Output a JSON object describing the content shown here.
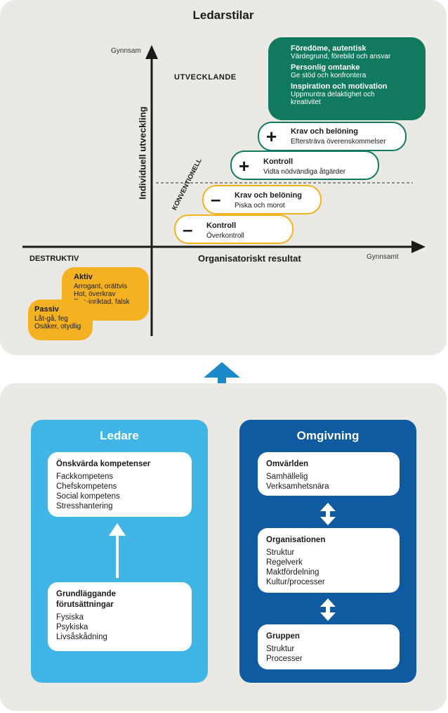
{
  "top": {
    "title": "Ledarstilar",
    "axis_y_top": "Gynnsam",
    "axis_y_label": "Individuell utveckling",
    "axis_x_left": "DESTRUKTIV",
    "axis_x_label": "Organisatoriskt resultat",
    "axis_x_right": "Gynnsamt",
    "zone_utvecklande": "UTVECKLANDE",
    "zone_konventionell": "KONVENTIONELL",
    "green_block": [
      {
        "title": "Föredöme, autentisk",
        "lines": [
          "Värdegrund, förebild och ansvar"
        ]
      },
      {
        "title": "Personlig omtanke",
        "lines": [
          "Ge stöd och konfrontera"
        ]
      },
      {
        "title": "Inspiration och motivation",
        "lines": [
          "Uppmuntra delaktighet och",
          "kreativitet"
        ]
      }
    ],
    "green_boxes": [
      {
        "sign": "+",
        "title": "Krav och belöning",
        "text": "Eftersträva överenskommelser"
      },
      {
        "sign": "+",
        "title": "Kontroll",
        "text": "Vidta nödvändiga åtgärder"
      }
    ],
    "yellow_boxes": [
      {
        "sign": "–",
        "title": "Krav och belöning",
        "text": "Piska och morot"
      },
      {
        "sign": "–",
        "title": "Kontroll",
        "text": "Överkontroll"
      }
    ],
    "aktiv": {
      "title": "Aktiv",
      "lines": [
        "Arrogant, orättvis",
        "Hot, överkrav",
        "Ego-inriktad, falsk"
      ]
    },
    "passiv": {
      "title": "Passiv",
      "lines": [
        "Låt-gå, feg",
        "Osäker, otydlig"
      ]
    },
    "colors": {
      "yellow": "#f4b223",
      "green": "#117a5e",
      "light_blue": "#41b6e6",
      "dark_blue": "#0f5aa1"
    }
  },
  "bottom": {
    "ledare": {
      "title": "Ledare",
      "box1": {
        "title": "Önskvärda kompetenser",
        "lines": [
          "Fackkompetens",
          "Chefskompetens",
          "Social kompetens",
          "Stresshantering"
        ]
      },
      "box2": {
        "title_lines": [
          "Grundläggande",
          "förutsättningar"
        ],
        "lines": [
          "Fysiska",
          "Psykiska",
          "Livsåskådning"
        ]
      }
    },
    "omgivning": {
      "title": "Omgivning",
      "box1": {
        "title": "Omvärlden",
        "lines": [
          "Samhällelig",
          "Verksamhetsnära"
        ]
      },
      "box2": {
        "title": "Organisationen",
        "lines": [
          "Struktur",
          "Regelverk",
          "Maktfördelning",
          "Kultur/processer"
        ]
      },
      "box3": {
        "title": "Gruppen",
        "lines": [
          "Struktur",
          "Processer"
        ]
      }
    }
  }
}
